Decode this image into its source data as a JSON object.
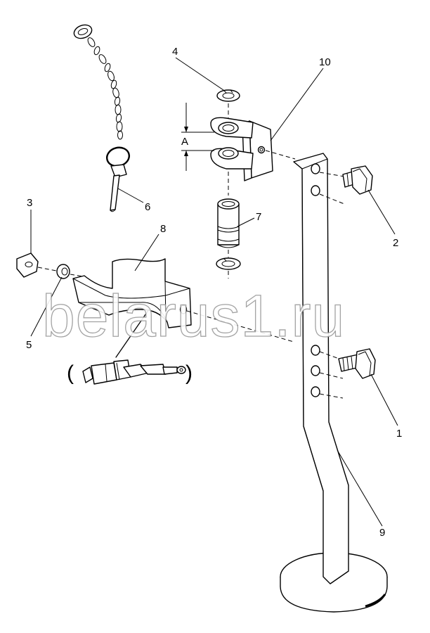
{
  "diagram": {
    "callouts": {
      "c1": "1",
      "c2": "2",
      "c3": "3",
      "c4": "4",
      "c5": "5",
      "c6": "6",
      "c7": "7",
      "c8": "8",
      "c9": "9",
      "c10": "10"
    },
    "dimension_label": "A",
    "paren_open": "(",
    "paren_close": ")",
    "watermark": "belarus1.ru"
  }
}
